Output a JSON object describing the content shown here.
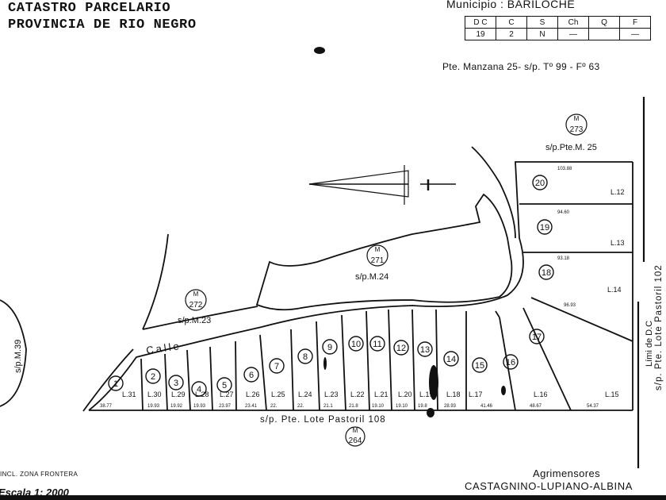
{
  "header": {
    "title_line1": "CATASTRO PARCELARIO",
    "title_line2": "PROVINCIA DE RIO NEGRO",
    "municipio_label": "Municipio : BARILOCHE",
    "table_headers": [
      "D C",
      "C",
      "S",
      "Ch",
      "Q",
      "F"
    ],
    "table_values": [
      "19",
      "2",
      "N",
      "",
      "",
      ""
    ],
    "pte_manzana": "Pte. Manzana 25- s/p. Tº 99 - Fº 63"
  },
  "map": {
    "street": "Calle",
    "blocks": [
      {
        "code": "M",
        "num": "273",
        "label": "s/p.Pte.M. 25"
      },
      {
        "code": "M",
        "num": "271",
        "label": "s/p.M.24"
      },
      {
        "code": "M",
        "num": "272",
        "label": "s/p.M.23"
      },
      {
        "code": "M",
        "num": "264",
        "label": ""
      }
    ],
    "left_block_label": "s/p.M.39",
    "right_side_label": "s/p. Pte. Lote Pastoril 102",
    "limit_label": "Lími de D.C",
    "bottom_lot_label": "s/p. Pte. Lote Pastoril   108",
    "parcels_front": [
      "1",
      "2",
      "3",
      "4",
      "5",
      "6",
      "7",
      "8",
      "9",
      "10",
      "11",
      "12",
      "13",
      "14",
      "15",
      "16",
      "17"
    ],
    "parcels_right": [
      "20",
      "19",
      "18"
    ],
    "lots_bottom": [
      "L.31",
      "L.30",
      "L.29",
      "L.28",
      "L.27",
      "L.26",
      "L.25",
      "L.24",
      "L.23",
      "L.22",
      "L.21",
      "L.20",
      "L.19",
      "L.18",
      "L.17",
      "L.16",
      "L.15"
    ],
    "lots_right": [
      "L.12",
      "L.13",
      "L.14"
    ],
    "dimensions_bottom": [
      "38.77",
      "19.93",
      "19.92",
      "19.93",
      "23.97",
      "23.41",
      "22.",
      "22.",
      "21.1",
      "21.8",
      "19.10",
      "19.10",
      "19.8",
      "28.93",
      "41.46",
      "48.67",
      "54.37"
    ],
    "dimensions_right": [
      "103.88",
      "94.60",
      "93.18",
      "96.93"
    ]
  },
  "footer": {
    "zona": "INCL. ZONA FRONTERA",
    "escala": "Escala 1: 2000",
    "agrimensores_label": "Agrimensores",
    "agrimensores_names": "CASTAGNINO-LUPIANO-ALBINA"
  }
}
